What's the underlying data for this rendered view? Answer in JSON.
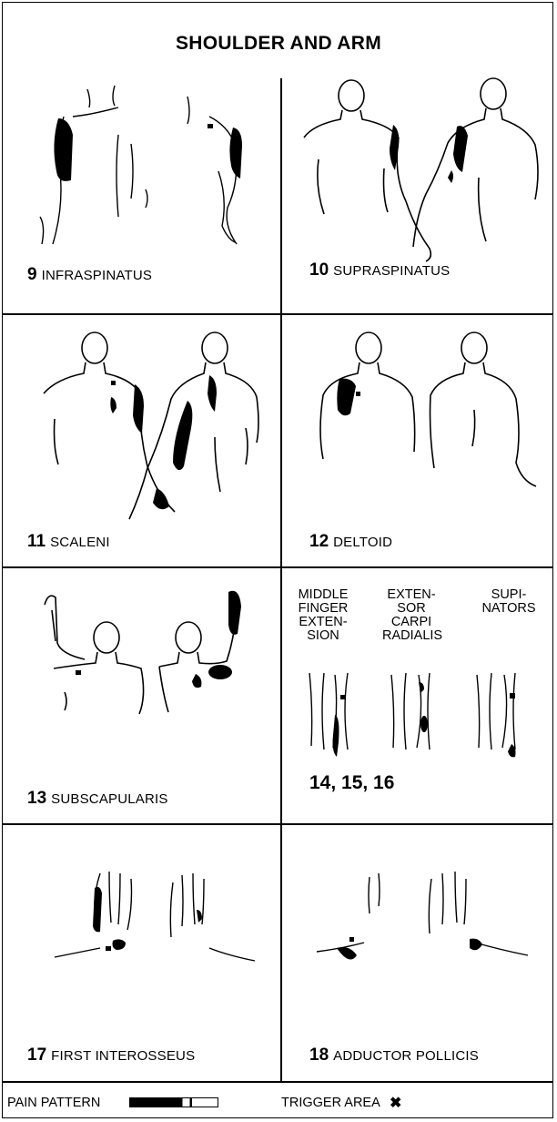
{
  "title": "SHOULDER AND ARM",
  "panels": [
    {
      "number": "9",
      "name": "INFRASPINATUS"
    },
    {
      "number": "10",
      "name": "SUPRASPINATUS"
    },
    {
      "number": "11",
      "name": "SCALENI"
    },
    {
      "number": "12",
      "name": "DELTOID"
    },
    {
      "number": "13",
      "name": "SUBSCAPULARIS"
    },
    {
      "number": "17",
      "name": "FIRST INTEROSSEUS"
    },
    {
      "number": "18",
      "name": "ADDUCTOR POLLICIS"
    }
  ],
  "forearm_group": {
    "labels": [
      "MIDDLE\nFINGER\nEXTEN-\nSION",
      "EXTEN-\nSOR\nCARPI\nRADIALIS",
      "SUPI-\nNATORS"
    ],
    "numbers": "14, 15, 16"
  },
  "legend": {
    "pain_label": "PAIN PATTERN",
    "trigger_label": "TRIGGER AREA",
    "trigger_symbol": "✖"
  }
}
